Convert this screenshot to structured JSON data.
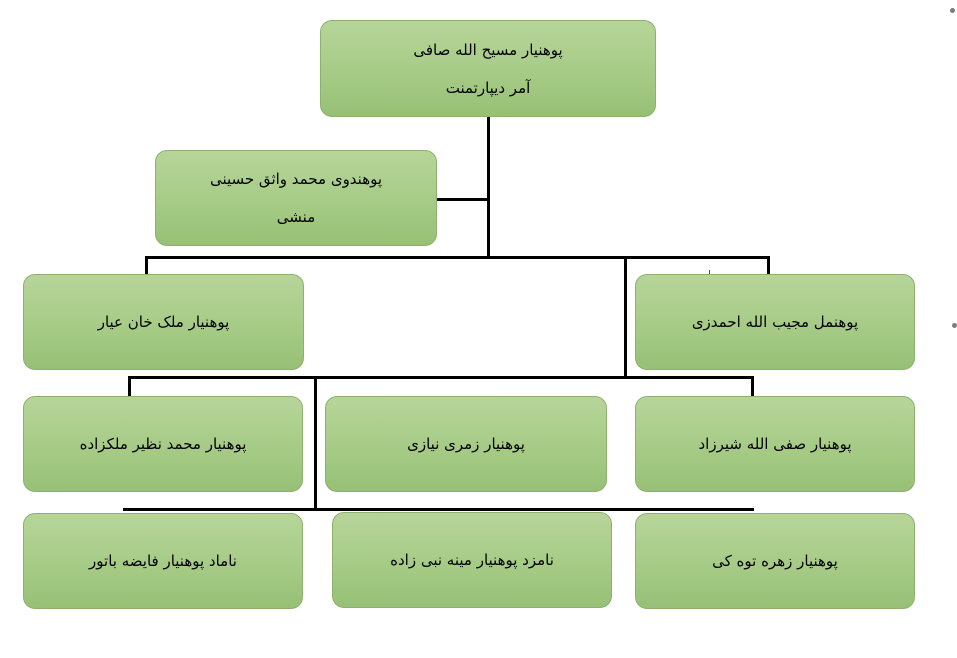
{
  "org_chart": {
    "head": {
      "name": "پوهنیار مسیح الله صافی",
      "title": "آمر دیپارتمنت"
    },
    "secretary": {
      "name": "پوهندوی محمد واثق حسینی",
      "title": "منشی"
    },
    "level2": {
      "left": {
        "name": "پوهنیار ملک خان عیار"
      },
      "right": {
        "name": "پوهنمل مجیب الله احمدزی"
      }
    },
    "level3": [
      {
        "name": "پوهنیار محمد نظیر ملکزاده"
      },
      {
        "name": "پوهنیار زمری نیازی"
      },
      {
        "name": "پوهنیار صفی الله شیرزاد"
      }
    ],
    "level4": [
      {
        "name": "ناماد پوهنیار فایضه باتور"
      },
      {
        "name": "نامزد پوهنیار مینه نبی زاده"
      },
      {
        "name": "پوهنیار زهره توه کی"
      }
    ]
  },
  "colors": {
    "box_fill": "#a6cb86",
    "box_border": "#8db06e",
    "connector": "#000000"
  }
}
